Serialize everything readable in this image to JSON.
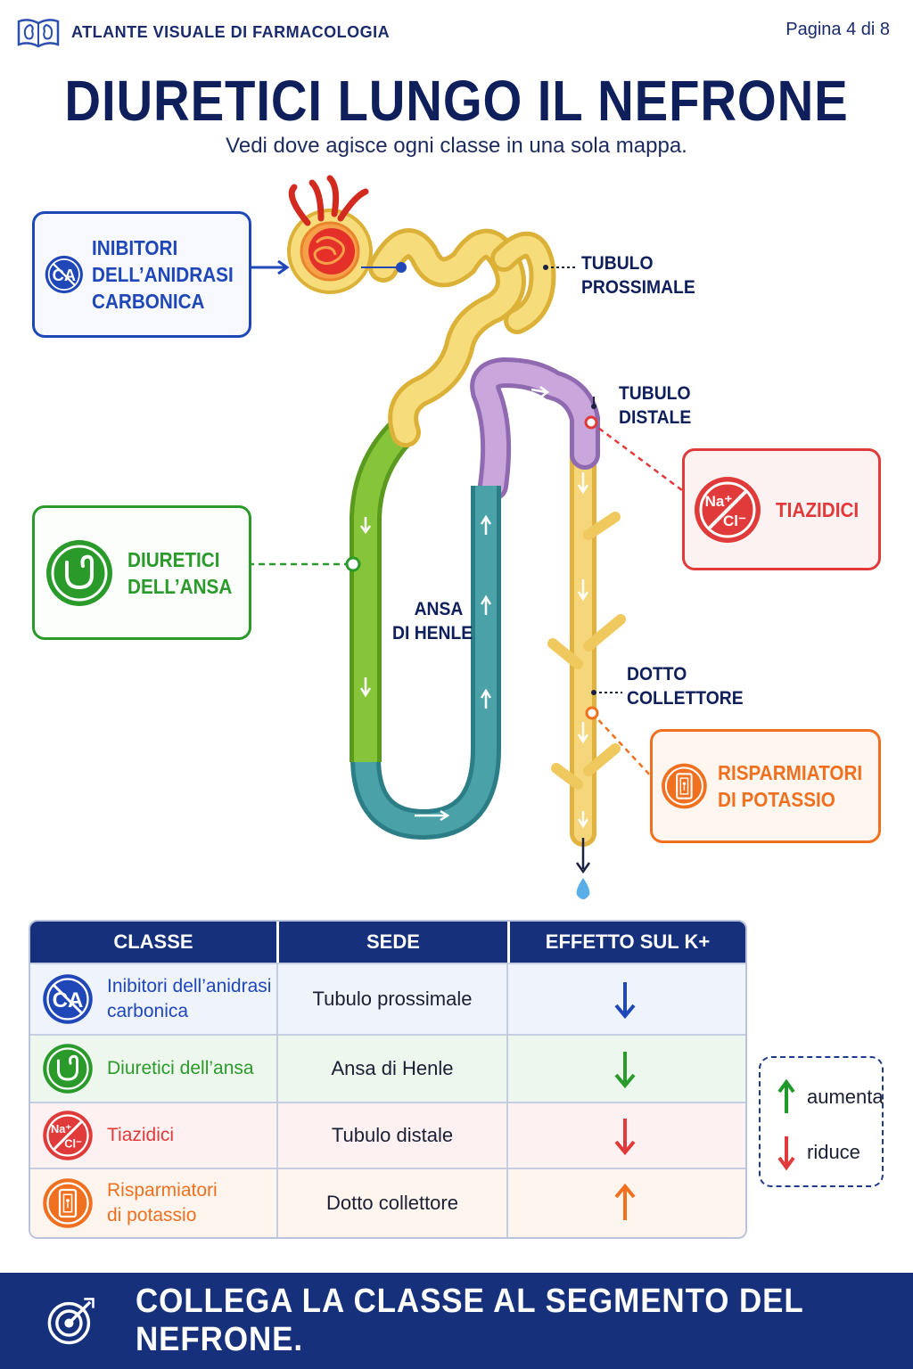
{
  "header": {
    "atlas_title": "ATLANTE VISUALE DI FARMACOLOGIA",
    "page": "Pagina 4 di 8",
    "logo_icon": "book-kidney-logo-icon"
  },
  "title": "DIURETICI LUNGO IL NEFRONE",
  "subtitle": "Vedi dove agisce ogni classe in una sola mappa.",
  "diagram": {
    "segments": {
      "proximal": [
        "TUBULO",
        "PROSSIMALE"
      ],
      "loop": [
        "ANSA",
        "DI HENLE"
      ],
      "distal": [
        "TUBULO",
        "DISTALE"
      ],
      "collecting": [
        "DOTTO",
        "COLLETTORE"
      ]
    },
    "callouts": [
      {
        "id": "ca",
        "lines": [
          "INIBITORI",
          "DELL’ANIDRASI",
          "CARBONICA"
        ],
        "color": "#1f47b8",
        "icon": "carbonic-anhydrase-inhibitor-icon",
        "icon_text": "CA"
      },
      {
        "id": "loop",
        "lines": [
          "DIURETICI",
          "DELL’ANSA"
        ],
        "color": "#2a9a2a",
        "icon": "loop-icon"
      },
      {
        "id": "thiazide",
        "lines": [
          "TIAZIDICI"
        ],
        "color": "#e03a3a",
        "icon": "na-cl-icon",
        "icon_text_1": "Na⁺",
        "icon_text_2": "Cl⁻"
      },
      {
        "id": "ksparing",
        "lines": [
          "RISPARMIATORI",
          "DI POTASSIO"
        ],
        "color": "#f07020",
        "icon": "potassium-channel-icon"
      }
    ]
  },
  "table": {
    "headers": [
      "CLASSE",
      "SEDE",
      "EFFETTO SUL K+"
    ],
    "rows": [
      {
        "name_lines": [
          "Inibitori dell’anidrasi",
          "carbonica"
        ],
        "site": "Tubulo prossimale",
        "effect": "riduce",
        "color": "#1f47b8",
        "bg": "#eef3fc"
      },
      {
        "name_lines": [
          "Diuretici dell’ansa"
        ],
        "site": "Ansa di Henle",
        "effect": "riduce",
        "color": "#2a9a2a",
        "bg": "#eef7ee"
      },
      {
        "name_lines": [
          "Tiazidici"
        ],
        "site": "Tubulo distale",
        "effect": "riduce",
        "color": "#e03a3a",
        "bg": "#fdf1f1"
      },
      {
        "name_lines": [
          "Risparmiatori",
          "di potassio"
        ],
        "site": "Dotto collettore",
        "effect": "aumenta",
        "color": "#f07020",
        "bg": "#fdf5ee"
      }
    ]
  },
  "legend": {
    "up_label": "aumenta",
    "down_label": "riduce",
    "up_color": "#1f9a2a",
    "down_color": "#e03a3a"
  },
  "footer": {
    "text": "COLLEGA LA CLASSE AL SEGMENTO DEL NEFRONE.",
    "icon": "target-icon"
  }
}
